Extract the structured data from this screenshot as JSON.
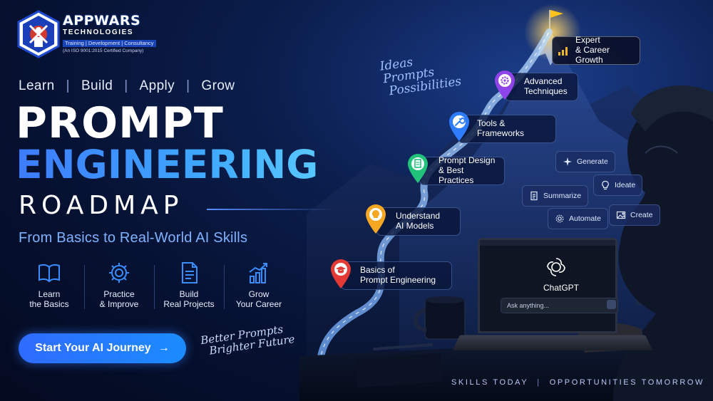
{
  "brand": {
    "name": "APPWARS",
    "sub": "TECHNOLOGIES",
    "tag": "Training | Development | Consultancy",
    "iso": "(An ISO 9001:2015 Certified Company)"
  },
  "tagline": [
    "Learn",
    "Build",
    "Apply",
    "Grow"
  ],
  "title": {
    "line1": "PROMPT",
    "line2": "ENGINEERING",
    "line3": "ROADMAP"
  },
  "subtitle": "From Basics to Real-World AI Skills",
  "features": [
    {
      "label": "Learn\nthe Basics",
      "icon": "open-book-icon"
    },
    {
      "label": "Practice\n& Improve",
      "icon": "gear-icon"
    },
    {
      "label": "Build\nReal Projects",
      "icon": "document-icon"
    },
    {
      "label": "Grow\nYour Career",
      "icon": "growth-chart-icon"
    }
  ],
  "cta": {
    "label": "Start Your AI Journey",
    "arrow": "→"
  },
  "script_top": [
    "Ideas",
    "Prompts",
    "Possibilities"
  ],
  "script_bottom": [
    "Better Prompts",
    "Brighter Future"
  ],
  "roadmap": [
    {
      "label": "Basics of\nPrompt Engineering",
      "color": "#e53935",
      "icon": "graduation-cap-icon"
    },
    {
      "label": "Understand\nAI Models",
      "color": "#f5a623",
      "icon": "lightbulb-icon"
    },
    {
      "label": "Prompt Design\n& Best Practices",
      "color": "#21c27a",
      "icon": "document-icon"
    },
    {
      "label": "Tools & Frameworks",
      "color": "#2e7dff",
      "icon": "wrench-icon"
    },
    {
      "label": "Advanced\nTechniques",
      "color": "#8e44e8",
      "icon": "gear-icon"
    },
    {
      "label": "Expert\n& Career Growth",
      "color": "#f0b62a",
      "icon": "bar-chart-icon"
    }
  ],
  "chips": [
    {
      "label": "Generate",
      "icon": "sparkle-icon"
    },
    {
      "label": "Summarize",
      "icon": "document-icon"
    },
    {
      "label": "Ideate",
      "icon": "lightbulb-icon"
    },
    {
      "label": "Automate",
      "icon": "gear-icon"
    },
    {
      "label": "Create",
      "icon": "image-icon"
    }
  ],
  "laptop": {
    "app_name": "ChatGPT",
    "input_placeholder": "Ask anything..."
  },
  "footer": {
    "left": "SKILLS TODAY",
    "sep": "|",
    "right": "OPPORTUNITIES TOMORROW"
  },
  "colors": {
    "accent": "#2f6bff",
    "bg": "#050d24",
    "title_blue": "#3ea6ff"
  }
}
